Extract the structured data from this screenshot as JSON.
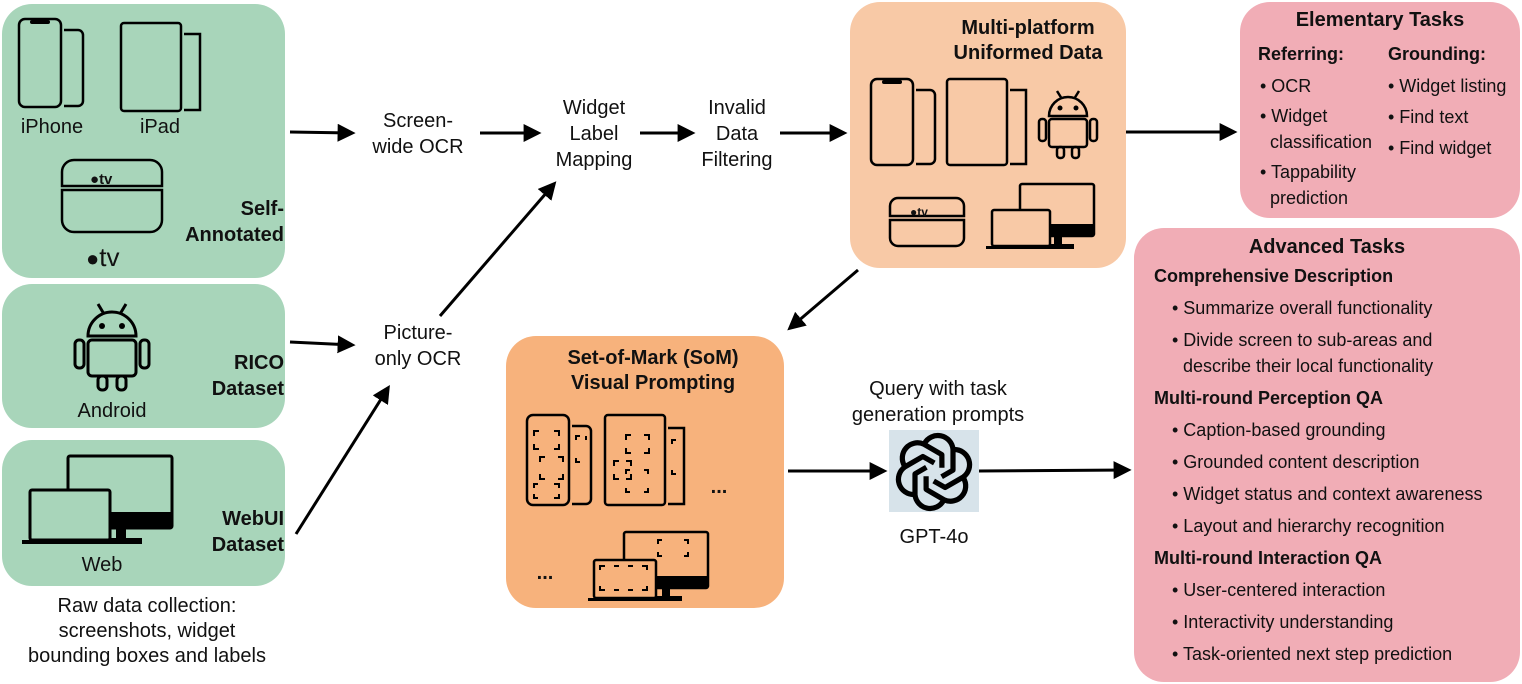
{
  "sources": {
    "self_annotated": {
      "title": "Self-Annotated",
      "devices": [
        "iPhone",
        "iPad"
      ],
      "tv_badge": "tv",
      "tv_logo": "tv"
    },
    "rico": {
      "title": "RICO Dataset",
      "device": "Android"
    },
    "webui": {
      "title": "WebUI Dataset",
      "device": "Web"
    },
    "caption": [
      "Raw data collection:",
      "screenshots, widget",
      "bounding boxes and labels"
    ]
  },
  "steps": {
    "screen_ocr": [
      "Screen-",
      "wide OCR"
    ],
    "picture_ocr": [
      "Picture-",
      "only OCR"
    ],
    "widget_label": [
      "Widget",
      "Label",
      "Mapping"
    ],
    "invalid_data": [
      "Invalid",
      "Data",
      "Filtering"
    ]
  },
  "multi_platform": {
    "title": [
      "Multi-platform",
      "Uniformed Data"
    ],
    "tv_badge": "tv"
  },
  "som": {
    "title": [
      "Set-of-Mark (SoM)",
      "Visual Prompting"
    ],
    "ellipsis1": "...",
    "ellipsis2": "..."
  },
  "query": {
    "label": [
      "Query with task",
      "generation prompts"
    ],
    "model": "GPT-4o"
  },
  "elementary": {
    "title": "Elementary Tasks",
    "referring": {
      "header": "Referring:",
      "items": [
        "• OCR",
        "• Widget",
        "classification",
        "• Tappability",
        "prediction"
      ]
    },
    "grounding": {
      "header": "Grounding:",
      "items": [
        "• Widget listing",
        "• Find text",
        "• Find widget"
      ]
    }
  },
  "advanced": {
    "title": "Advanced Tasks",
    "sections": [
      {
        "header": "Comprehensive Description",
        "items": [
          "• Summarize overall functionality",
          "• Divide screen to sub-areas and",
          "describe their local functionality"
        ]
      },
      {
        "header": "Multi-round Perception QA",
        "items": [
          "• Caption-based grounding",
          "• Grounded content description",
          "• Widget status and context awareness",
          "• Layout and hierarchy recognition"
        ]
      },
      {
        "header": "Multi-round Interaction QA",
        "items": [
          "• User-centered interaction",
          "• Interactivity understanding",
          "• Task-oriented next step prediction"
        ]
      }
    ]
  }
}
